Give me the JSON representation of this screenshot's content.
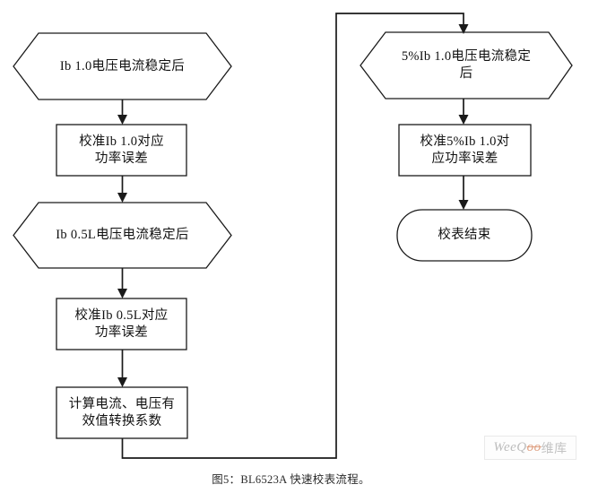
{
  "figure": {
    "caption": "图5：BL6523A 快速校表流程。"
  },
  "flow": {
    "nodes": [
      {
        "id": "ib10-stable",
        "type": "hexagon",
        "label": "Ib 1.0电压电流稳定后"
      },
      {
        "id": "cal-ib10",
        "type": "process",
        "label": "校准Ib 1.0对应\n功率误差"
      },
      {
        "id": "ib05l-stable",
        "type": "hexagon",
        "label": "Ib 0.5L电压电流稳定后"
      },
      {
        "id": "cal-ib05l",
        "type": "process",
        "label": "校准Ib 0.5L对应\n功率误差"
      },
      {
        "id": "calc-rms",
        "type": "process",
        "label": "计算电流、电压有\n效值转换系数"
      },
      {
        "id": "5ib10-stable",
        "type": "hexagon",
        "label": "5%Ib 1.0电压电流稳定\n后"
      },
      {
        "id": "cal-5ib10",
        "type": "process",
        "label": "校准5%Ib 1.0对\n应功率误差"
      },
      {
        "id": "end",
        "type": "terminator",
        "label": "校表结束"
      }
    ]
  },
  "watermark": {
    "part_latin": "WeeQ",
    "part_accent": "oo",
    "part_cn": "维库"
  },
  "colors": {
    "background": "#ffffff",
    "line": "#1a1a1a",
    "node_text": "#111111",
    "caption_text": "#2b2b2b",
    "watermark_gray": "#bdbdbd",
    "watermark_accent": "#dfa183"
  }
}
